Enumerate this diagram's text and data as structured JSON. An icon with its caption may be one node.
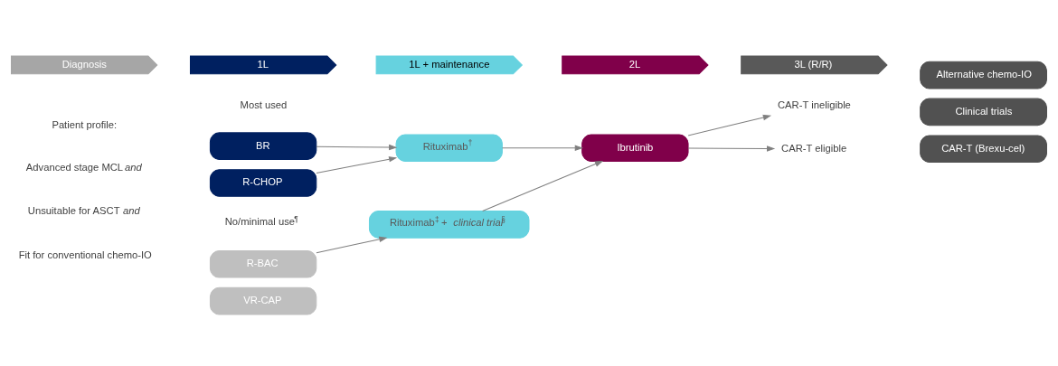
{
  "diagram": {
    "nodes": [
      {
        "text": [
          "Diagnosis"
        ]
      },
      {
        "text": [
          "1L"
        ]
      },
      {
        "text": [
          "1L + maintenance"
        ]
      },
      {
        "text": [
          "2L"
        ]
      },
      {
        "text": [
          "3L (R/R)"
        ]
      },
      {
        "text": [
          "BR"
        ]
      },
      {
        "text": [
          "R-CHOP"
        ]
      },
      {
        "text": [
          "R-BAC"
        ]
      },
      {
        "text": [
          "VR-CAP"
        ]
      },
      {
        "text": [
          "Rituximab$^{†}$"
        ]
      },
      {
        "text": [
          "Rituximab$^{‡}$ + *clinical trial*$^{§}$"
        ]
      },
      {
        "text": [
          "Ibrutinib"
        ]
      },
      {
        "text": [
          "CAR-T ineligible"
        ]
      },
      {
        "text": [
          "Alternative chemo-IO"
        ]
      },
      {
        "text": [
          "Clinical trials"
        ]
      },
      {
        "text": [
          "CAR-T eligible"
        ]
      },
      {
        "text": [
          "CAR-T (Brexu-cel)"
        ]
      }
    ],
    "edges": [
      {
        "from": 5,
        "to": 9,
        "arrow": "to"
      },
      {
        "from": 6,
        "to": 9,
        "arrow": "to"
      },
      {
        "from": 7,
        "to": 10,
        "arrow": "to"
      },
      {
        "from": 9,
        "to": 11,
        "arrow": "to"
      },
      {
        "from": 10,
        "to": 11,
        "arrow": "to"
      },
      {
        "from": 11,
        "to": 12,
        "arrow": "to"
      },
      {
        "from": 11,
        "to": 15,
        "arrow": "to"
      }
    ],
    "labels": [
      "Patient profile:",
      "Advanced stage MCL *and*",
      "Unsuitable for ASCT *and*",
      "Fit for conventional chemo-IO",
      "Most used",
      "No/minimal use$^{¶}$"
    ]
  }
}
